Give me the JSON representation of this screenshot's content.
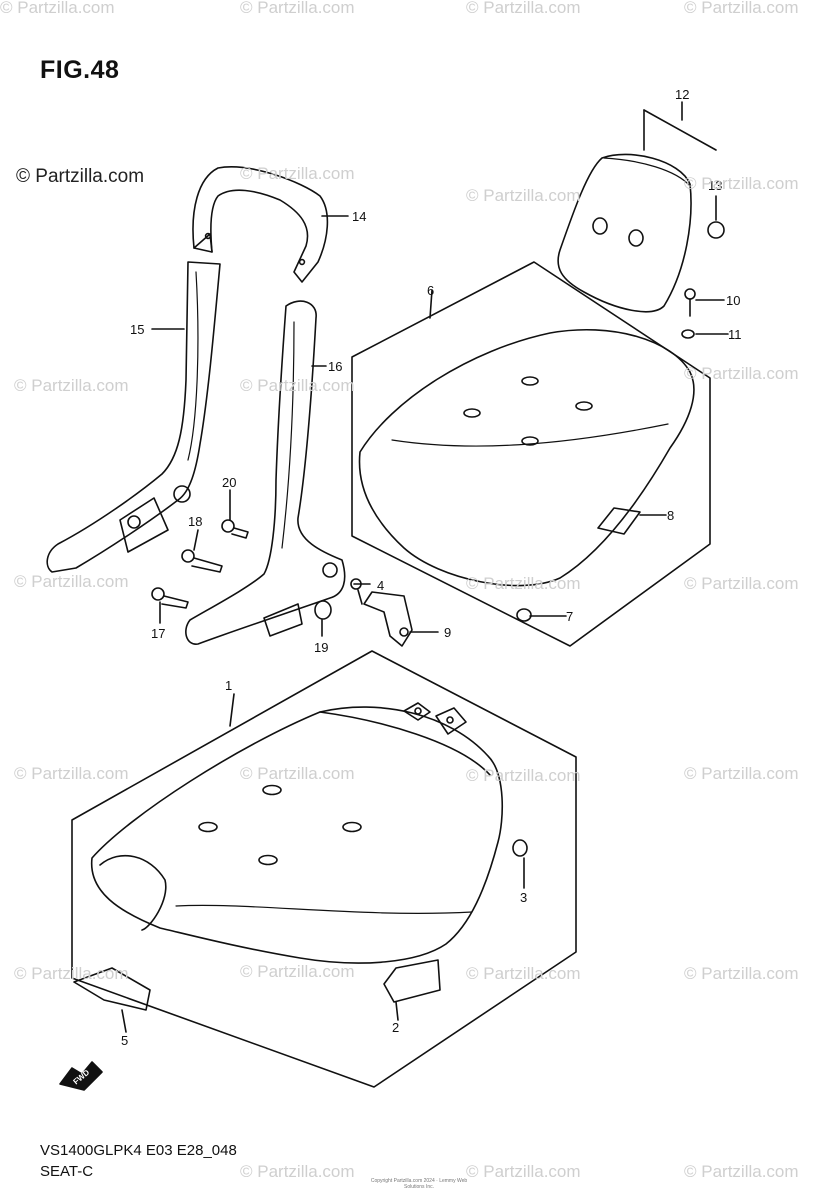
{
  "figure": {
    "title": "FIG.48",
    "copyright": "© Partzilla.com",
    "model_code": "VS1400GLPK4 E03 E28_048",
    "section_name": "SEAT-C",
    "footer_note": "Copyright Partzilla.com 2024 · Lemmy Web Solutions Inc."
  },
  "watermark_text": "© Partzilla.com",
  "fwd_label": "FWD",
  "callouts": [
    "1",
    "2",
    "3",
    "4",
    "5",
    "6",
    "7",
    "8",
    "9",
    "10",
    "11",
    "12",
    "13",
    "14",
    "15",
    "16",
    "17",
    "18",
    "19",
    "20"
  ],
  "colors": {
    "line": "#111111",
    "watermark": "#cfcfcf",
    "background": "#ffffff"
  }
}
